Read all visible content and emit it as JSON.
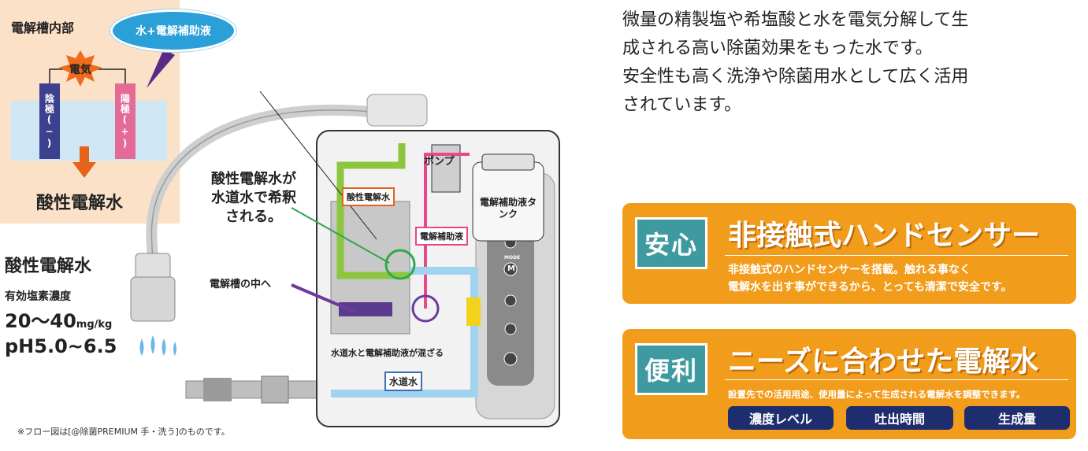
{
  "cell_inset": {
    "title": "電解槽内部",
    "bubble": "水+電解補助液",
    "electricity": "電気",
    "cathode": "陰極(−)",
    "anode": "陽極(+)",
    "result": "酸性電解水"
  },
  "spec": {
    "title": "酸性電解水",
    "chlorine_label": "有効塩素濃度",
    "range_value": "20〜40",
    "range_unit": "mg/kg",
    "ph": "pH5.0~6.5"
  },
  "diagram": {
    "callout": "酸性電解水が水道水で希釈される。",
    "pump": "ポンプ",
    "acid_tag": "酸性電解水",
    "helper_tag": "電解補助液",
    "tank_label": "電解補助液タンク",
    "into_cell": "電解槽の中へ",
    "mixing": "水道水と電解補助液が混ざる",
    "tap_water": "水道水",
    "panel_mode": "MODE",
    "panel_m": "M"
  },
  "footnote": "※フロー図は[@除菌PREMIUM 手・洗う]のものです。",
  "intro_lines": [
    "微量の精製塩や希塩酸と水を電気分解して生",
    "成される高い除菌効果をもった水です。",
    "安全性も高く洗浄や除菌用水として広く活用",
    "されています。"
  ],
  "features": [
    {
      "badge": "安心",
      "title": "非接触式ハンドセンサー",
      "desc_lines": [
        "非接触式のハンドセンサーを搭載。触れる事なく",
        "電解水を出す事ができるから、とっても清潔で安全です。"
      ]
    },
    {
      "badge": "便利",
      "title": "ニーズに合わせた電解水",
      "desc_lines": [
        "設置先での活用用途、使用量によって生成される電解水を調整できます。"
      ],
      "chips": [
        "濃度レベル",
        "吐出時間",
        "生成量"
      ]
    }
  ],
  "colors": {
    "feature_bg": "#f29c1b",
    "badge_bg": "#3f9aa0",
    "chip_bg": "#1e2d6e",
    "inset_bg": "#fbe1c8",
    "bubble": "#2a9fd8",
    "cathode": "#3d3f8f",
    "anode": "#e46b96",
    "flow_green": "#8cc63f",
    "flow_blue": "#9fd3ee",
    "flow_pink": "#e8478b",
    "flow_purple": "#6a3c9b"
  }
}
